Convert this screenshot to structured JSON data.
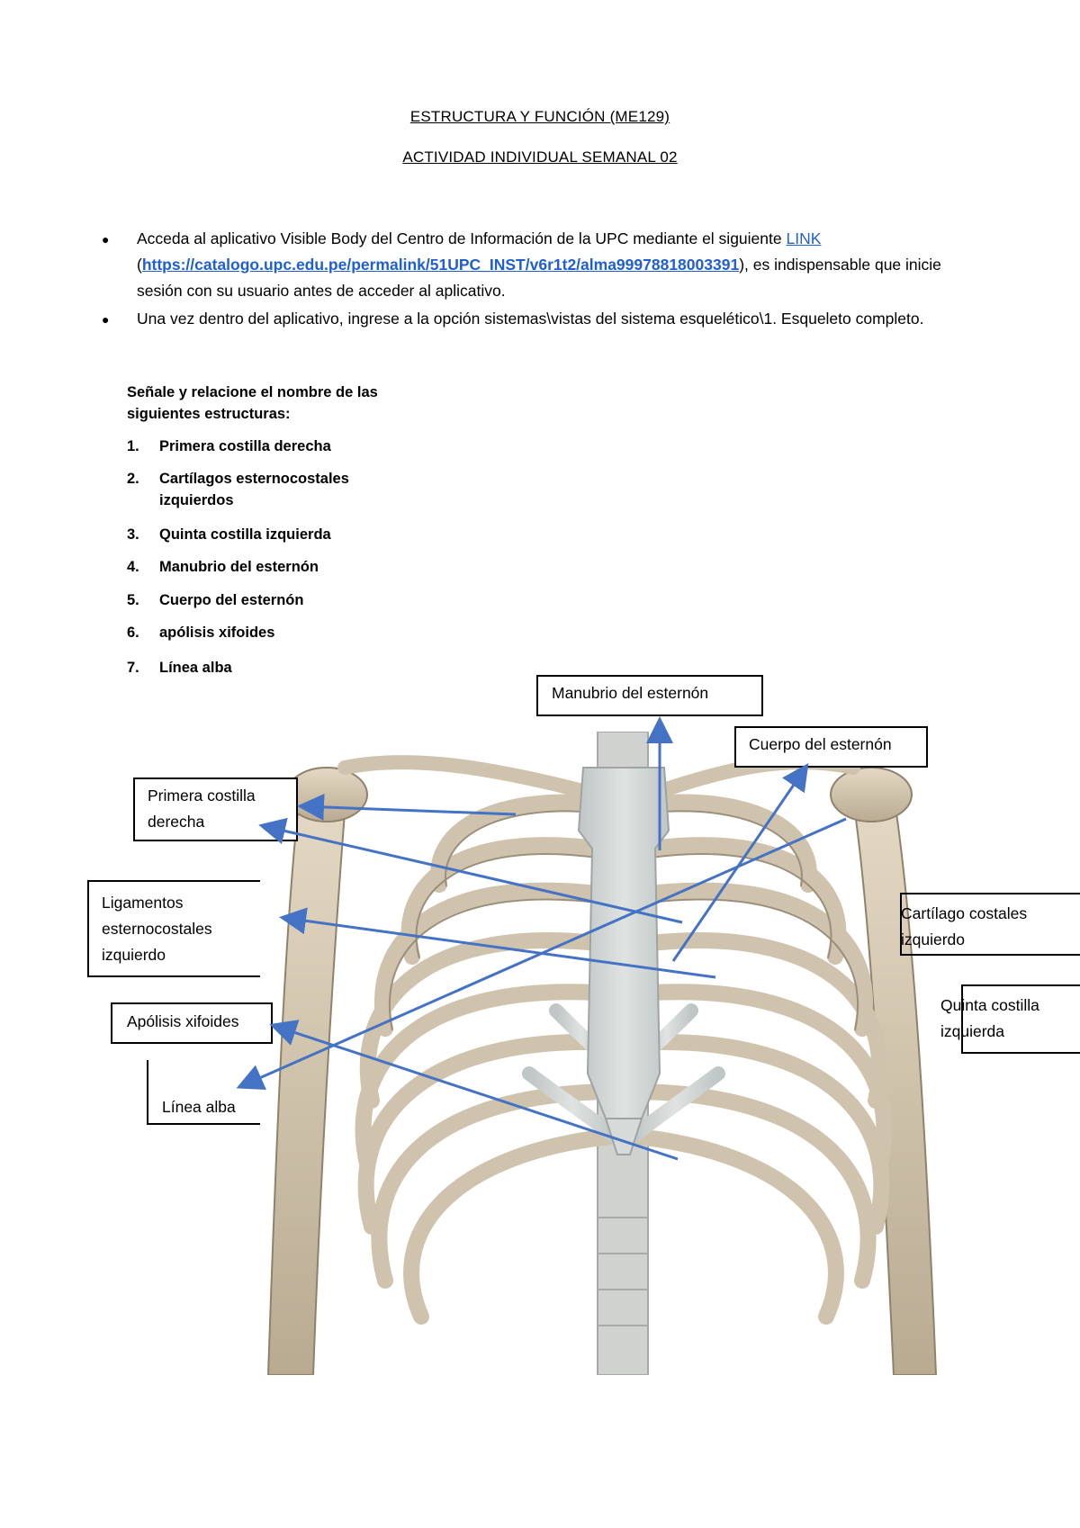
{
  "header": {
    "title": "ESTRUCTURA Y FUNCIÓN (ME129)",
    "subtitle": "ACTIVIDAD INDIVIDUAL SEMANAL 02"
  },
  "instructions": [
    {
      "pre": "Acceda al aplicativo Visible Body del Centro de Información de la UPC mediante el siguiente ",
      "link_text": "LINK",
      "open_paren": "(",
      "url": "https://catalogo.upc.edu.pe/permalink/51UPC_INST/v6r1t2/alma99978818003391",
      "post": "), es indispensable que inicie sesión con su usuario antes de acceder al aplicativo."
    },
    {
      "text": "Una vez dentro del aplicativo, ingrese a la opción sistemas\\vistas del sistema esquelético\\1. Esqueleto completo."
    }
  ],
  "task": {
    "heading": "Señale y relacione el nombre de las siguientes estructuras:",
    "items": [
      {
        "num": "1.",
        "text": "Primera costilla derecha"
      },
      {
        "num": "2.",
        "text": "Cartílagos esternocostales izquierdos"
      },
      {
        "num": "3.",
        "text": "Quinta costilla izquierda"
      },
      {
        "num": "4.",
        "text": "Manubrio del esternón"
      },
      {
        "num": "5.",
        "text": "Cuerpo del esternón"
      },
      {
        "num": "6.",
        "text": "apólisis xifoides"
      },
      {
        "num": "7.",
        "text": "Línea alba"
      }
    ]
  },
  "figure_labels": {
    "manubrio": "Manubrio del esternón",
    "cuerpo": "Cuerpo del esternón",
    "primera_costilla": "Primera costilla derecha",
    "ligamentos": "Ligamentos esternocostales izquierdo",
    "apofisis": "Apólisis xifoides",
    "linea_alba": "Línea alba",
    "cartilago": "Cartílago costales izquierdo",
    "quinta_costilla": "Quinta costilla izquierda"
  },
  "colors": {
    "arrow": "#4472c4",
    "link": "#1f5fd1",
    "bone": "#d8cbb4",
    "cartilage": "#c9cfcf",
    "bone_shadow": "#9c8f7a"
  }
}
